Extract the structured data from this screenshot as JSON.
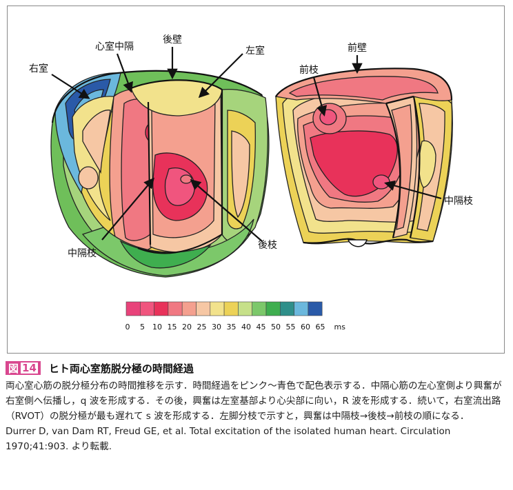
{
  "labels": {
    "right_ventricle": "右室",
    "septum": "心室中隔",
    "posterior_wall": "後壁",
    "left_ventricle": "左室",
    "anterior_wall": "前壁",
    "anterior_branch": "前枝",
    "septal_branch_left": "中隔枝",
    "posterior_branch": "後枝",
    "septal_branch_right": "中隔枝"
  },
  "scale": {
    "colors": [
      "#e8437a",
      "#f0557e",
      "#e8325a",
      "#f07882",
      "#f4a08f",
      "#f6c7a4",
      "#f2e28c",
      "#ecd257",
      "#c6e089",
      "#7cc86a",
      "#3fae4f",
      "#2f8f8a",
      "#6bb8dd",
      "#2a5aa8"
    ],
    "ticks": [
      "0",
      "5",
      "10",
      "15",
      "20",
      "25",
      "30",
      "35",
      "40",
      "45",
      "50",
      "55",
      "60",
      "65"
    ],
    "unit": "ms"
  },
  "caption": {
    "figure_label": "図",
    "figure_number": "14",
    "title": "ヒト両心室筋脱分極の時間経過",
    "body": "両心室心筋の脱分極分布の時間推移を示す．時間経過をピンク～青色で配色表示する．中隔心筋の左心室側より興奮が右室側へ伝播し，q 波を形成する．その後，興奮は左室基部より心尖部に向い，R 波を形成する．続いて，右室流出路（RVOT）の脱分極が最も遅れて s 波を形成する．左脚分枝で示すと，興奮は中隔枝→後枝→前枝の順になる．",
    "reference": "Durrer D, van Dam RT, Freud GE, et al. Total excitation of the isolated human heart. Circulation 1970;41:903. より転載."
  }
}
